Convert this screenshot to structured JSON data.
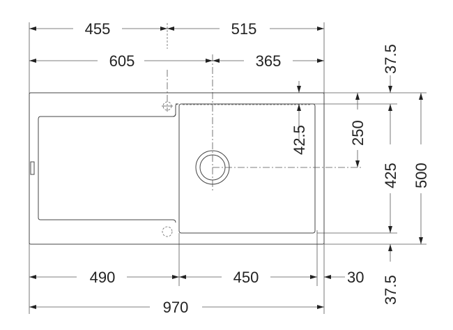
{
  "dimensions": {
    "top_row_1": [
      "455",
      "515"
    ],
    "top_row_2": [
      "605",
      "365"
    ],
    "bottom_row_1": [
      "490",
      "450",
      "30"
    ],
    "total_width": "970",
    "tap_offset": "42.5",
    "drain_offset": "250",
    "top_margin": "37.5",
    "bowl_depth": "425",
    "total_depth": "500",
    "bottom_margin": "37.5"
  },
  "colors": {
    "line": "#444444",
    "background": "#ffffff"
  }
}
